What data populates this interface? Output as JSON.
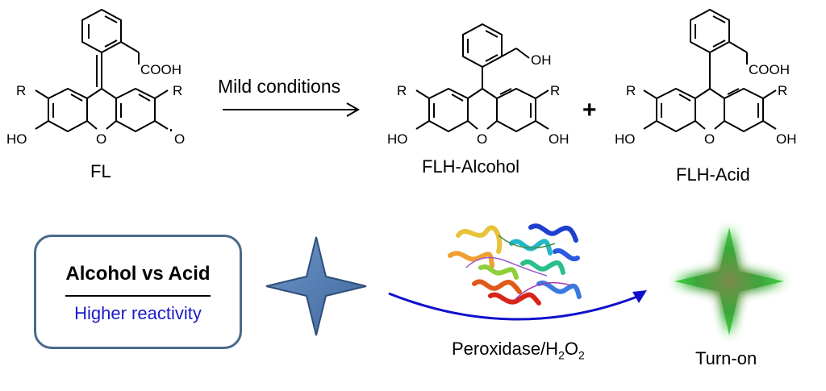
{
  "reaction": {
    "condition_label": "Mild conditions",
    "plus": "+",
    "compounds": [
      {
        "name": "FL",
        "substituent": "R",
        "groups": [
          "COOH",
          "HO",
          "O",
          "O"
        ]
      },
      {
        "name": "FLH-Alcohol",
        "substituent": "R",
        "groups": [
          "OH",
          "HO",
          "OH",
          "O"
        ]
      },
      {
        "name": "FLH-Acid",
        "substituent": "R",
        "groups": [
          "COOH",
          "HO",
          "OH",
          "O"
        ]
      }
    ]
  },
  "comparison": {
    "title": "Alcohol vs Acid",
    "subtitle": "Higher reactivity"
  },
  "assay": {
    "enzyme_label": "Peroxidase/H",
    "sub_2": "2",
    "o_label": "O",
    "result_label": "Turn-on"
  },
  "colors": {
    "box_border": "#4a6a8c",
    "subtitle": "#1a1acc",
    "star_blue": "#4f79b0",
    "star_green": "#3aa83a",
    "arrow": "#1010cc"
  },
  "icons": {
    "protein": "protein-structure-icon",
    "star_off": "four-point-star-icon",
    "star_on": "glowing-star-icon"
  }
}
